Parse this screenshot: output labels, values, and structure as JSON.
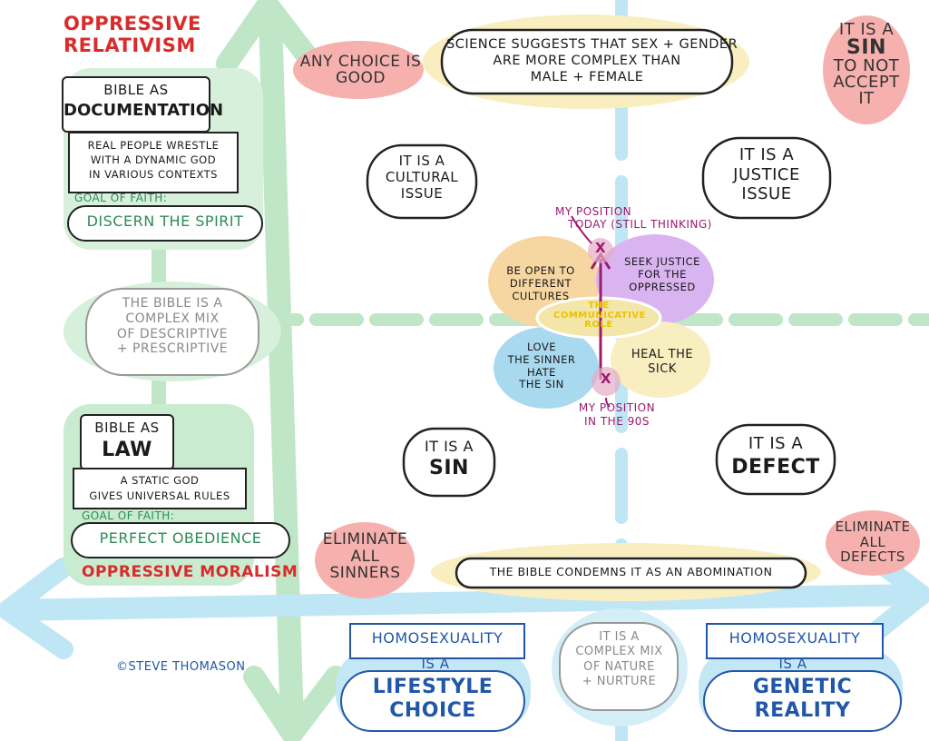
{
  "title_top_left": [
    "OPPRESSIVE",
    "RELATIVISM"
  ],
  "title_bottom_left": "OPPRESSIVE MORALISM",
  "credit": "©STEVE THOMASON",
  "corners": {
    "top_left": [
      "ANY CHOICE IS",
      "GOOD"
    ],
    "top_right": [
      "IT IS A",
      "SIN",
      "TO NOT",
      "ACCEPT",
      "IT"
    ],
    "bottom_left": [
      "ELIMINATE",
      "ALL",
      "SINNERS"
    ],
    "bottom_right": [
      "ELIMINATE",
      "ALL",
      "DEFECTS"
    ]
  },
  "axis_top": [
    "SCIENCE SUGGESTS THAT SEX + GENDER",
    "ARE MORE COMPLEX THAN",
    "MALE + FEMALE"
  ],
  "axis_bottom": "THE BIBLE CONDEMNS IT AS AN ABOMINATION",
  "axis_left_mid": [
    "THE BIBLE IS A",
    "COMPLEX MIX",
    "OF DESCRIPTIVE",
    "+ PRESCRIPTIVE"
  ],
  "axis_bottom_mid": [
    "IT IS A",
    "COMPLEX MIX",
    "OF NATURE",
    "+ NURTURE"
  ],
  "bible_documentation": {
    "heading": [
      "BIBLE AS",
      "DOCUMENTATION"
    ],
    "body": [
      "REAL PEOPLE WRESTLE",
      "WITH A DYNAMIC GOD",
      "IN VARIOUS CONTEXTS"
    ],
    "goal_label": "GOAL OF FAITH:",
    "goal": "DISCERN THE SPIRIT"
  },
  "bible_law": {
    "heading": [
      "BIBLE AS",
      "LAW"
    ],
    "body": [
      "A STATIC GOD",
      "GIVES UNIVERSAL RULES"
    ],
    "goal_label": "GOAL OF FAITH:",
    "goal": "PERFECT OBEDIENCE"
  },
  "quadrants": {
    "cultural": [
      "IT IS A",
      "CULTURAL",
      "ISSUE"
    ],
    "justice": [
      "IT IS A",
      "JUSTICE",
      "ISSUE"
    ],
    "sin": [
      "IT IS A",
      "SIN"
    ],
    "defect": [
      "IT IS A",
      "DEFECT"
    ]
  },
  "center": {
    "open": [
      "BE OPEN TO",
      "DIFFERENT",
      "CULTURES"
    ],
    "justice": [
      "SEEK JUSTICE",
      "FOR THE",
      "OPPRESSED"
    ],
    "love": [
      "LOVE",
      "THE SINNER",
      "HATE",
      "THE SIN"
    ],
    "heal": [
      "HEAL THE",
      "SICK"
    ],
    "role": [
      "THE",
      "COMMUNICATIVE",
      "ROLE"
    ],
    "today": [
      "MY POSITION",
      "TODAY (STILL THINKING)"
    ],
    "nineties": [
      "MY POSITION",
      "IN THE 90s"
    ],
    "mark": "X"
  },
  "bottom_left_box": {
    "heading": [
      "HOMOSEXUALITY",
      "IS A"
    ],
    "cloud": [
      "LIFESTYLE",
      "CHOICE"
    ]
  },
  "bottom_right_box": {
    "heading": [
      "HOMOSEXUALITY",
      "IS A"
    ],
    "cloud": [
      "GENETIC",
      "REALITY"
    ]
  },
  "colors": {
    "green_axis": "#bfe6c6",
    "blue_axis": "#bfe6f5",
    "red_bg": "#f6b1ae",
    "yellow_bg": "#f9eec0"
  }
}
